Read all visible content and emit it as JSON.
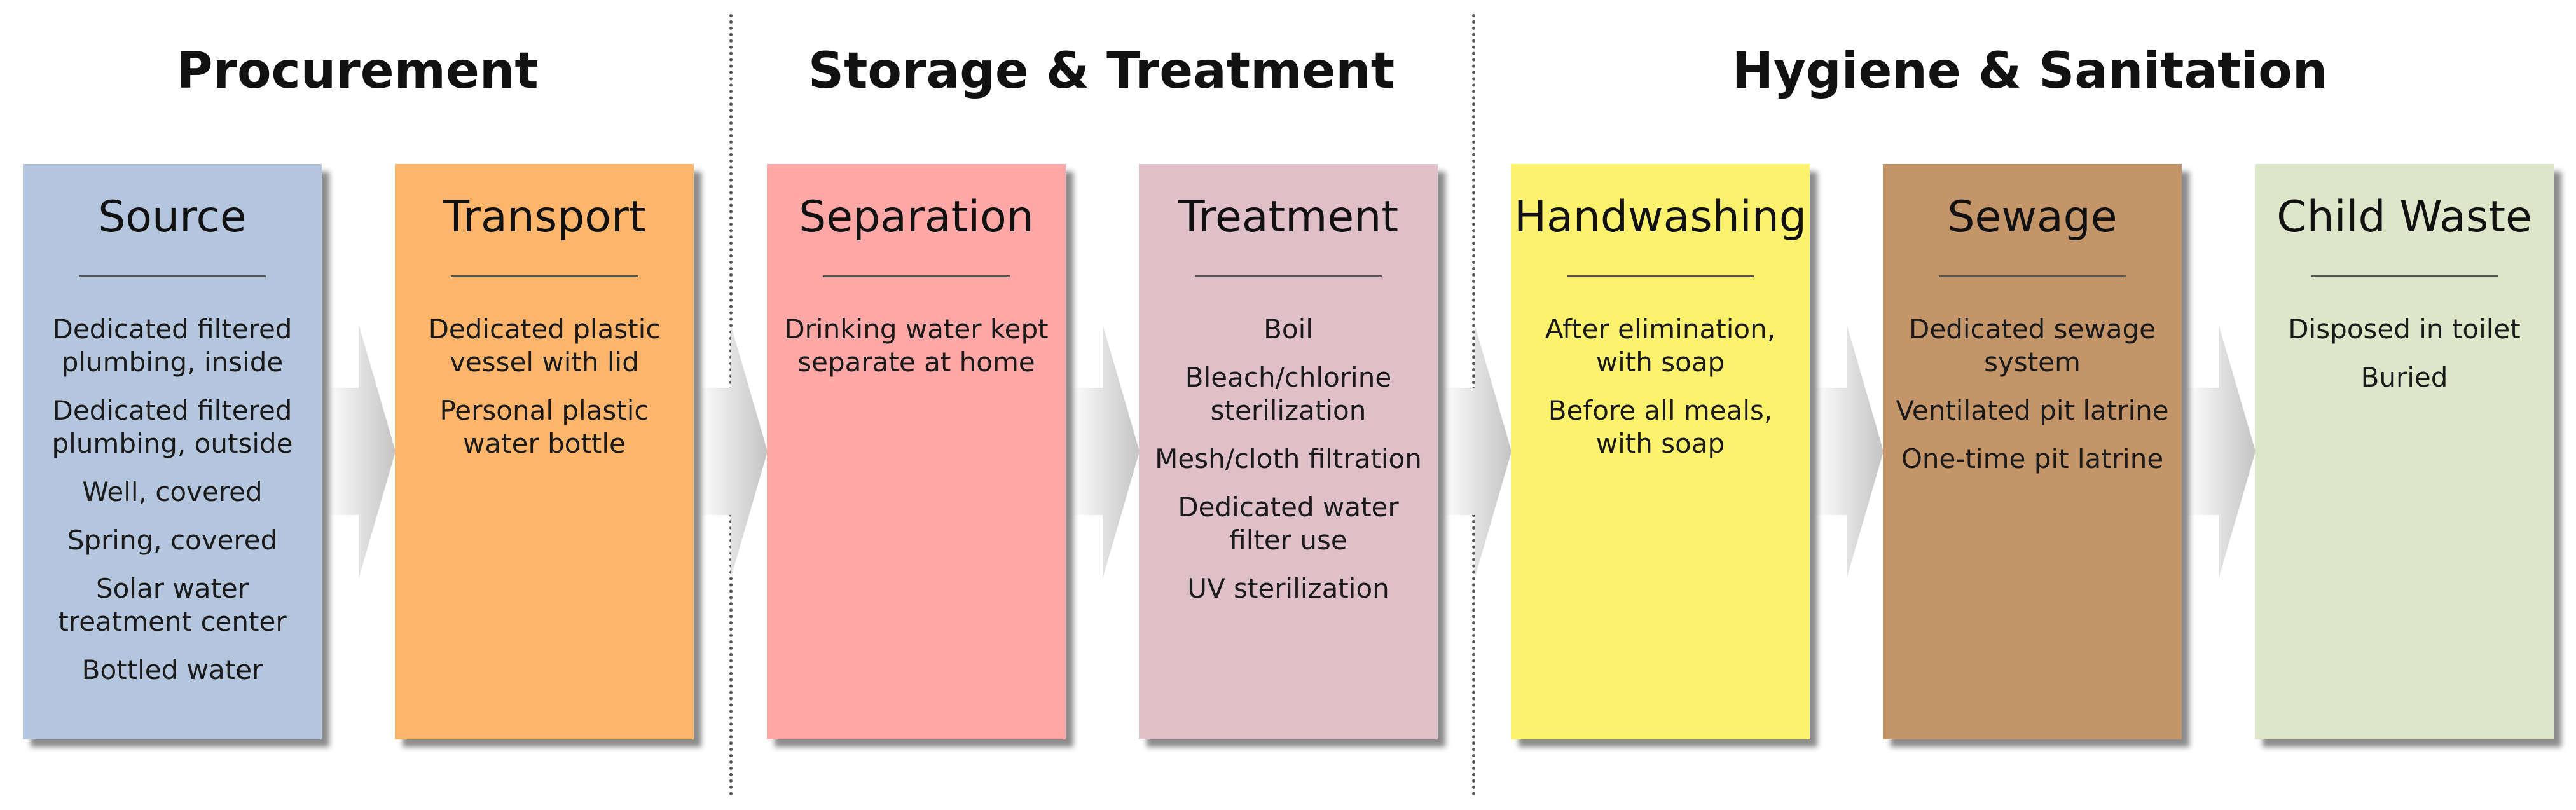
{
  "sections": [
    {
      "title": "Procurement"
    },
    {
      "title": "Storage & Treatment"
    },
    {
      "title": "Hygiene & Sanitation"
    }
  ],
  "stages": [
    {
      "title": "Source",
      "color": "#b3c6dd",
      "items": [
        [
          "Dedicated filtered",
          "plumbing, inside"
        ],
        [
          "Dedicated filtered",
          "plumbing, outside"
        ],
        [
          "Well, covered"
        ],
        [
          "Spring, covered"
        ],
        [
          "Solar water",
          "treatment center"
        ],
        [
          "Bottled water"
        ]
      ]
    },
    {
      "title": "Transport",
      "color": "#fdb56b",
      "items": [
        [
          "Dedicated plastic",
          "vessel with lid"
        ],
        [
          "Personal plastic",
          "water bottle"
        ]
      ]
    },
    {
      "title": "Separation",
      "color": "#fda7a7",
      "items": [
        [
          "Drinking water kept",
          "separate at home"
        ]
      ]
    },
    {
      "title": "Treatment",
      "color": "#dfc0c9",
      "items": [
        [
          "Boil"
        ],
        [
          "Bleach/chlorine",
          "sterilization"
        ],
        [
          "Mesh/cloth filtration"
        ],
        [
          "Dedicated water",
          "filter use"
        ],
        [
          "UV sterilization"
        ]
      ]
    },
    {
      "title": "Handwashing",
      "color": "#fdf26e",
      "items": [
        [
          "After elimination,",
          "with soap"
        ],
        [
          "Before all meals,",
          "with soap"
        ]
      ]
    },
    {
      "title": "Sewage",
      "color": "#c5956a",
      "items": [
        [
          "Dedicated sewage",
          "system"
        ],
        [
          "Ventilated pit latrine"
        ],
        [
          "One-time pit latrine"
        ]
      ]
    },
    {
      "title": "Child Waste",
      "color": "#dde6c8",
      "items": [
        [
          "Disposed in toilet"
        ],
        [
          "Buried"
        ]
      ]
    }
  ]
}
